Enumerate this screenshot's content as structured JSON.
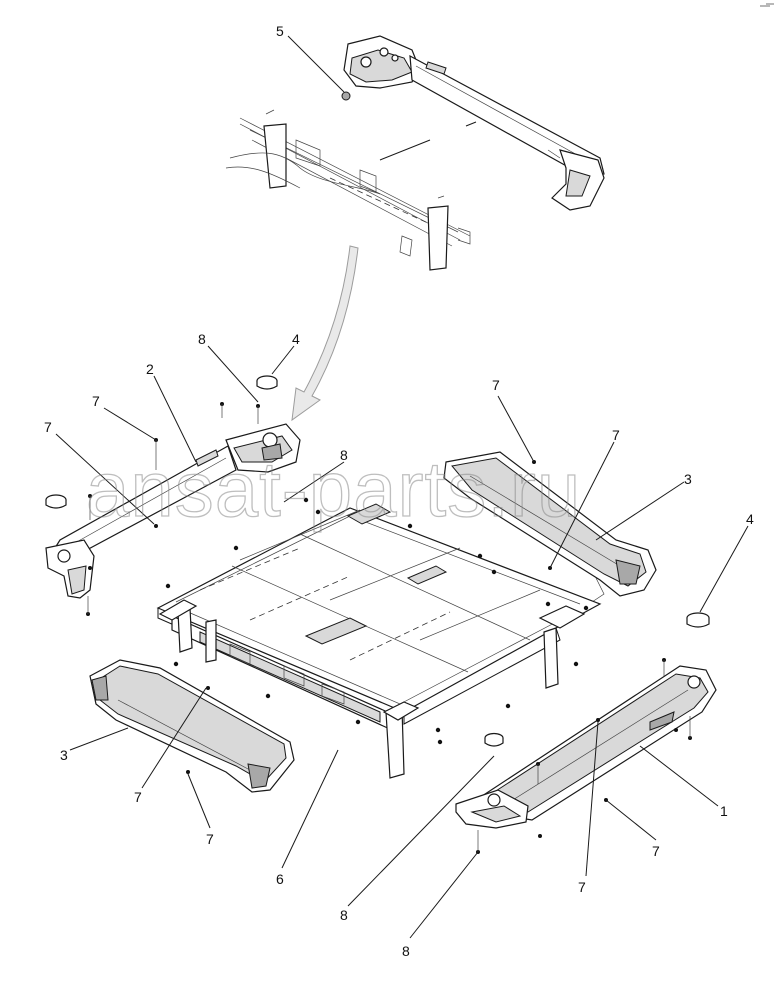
{
  "watermark": "ansat-parts.ru",
  "callouts": [
    {
      "id": "c5",
      "label": "5"
    },
    {
      "id": "c8a",
      "label": "8"
    },
    {
      "id": "c4a",
      "label": "4"
    },
    {
      "id": "c2",
      "label": "2"
    },
    {
      "id": "c7a",
      "label": "7"
    },
    {
      "id": "c7b",
      "label": "7"
    },
    {
      "id": "c8b",
      "label": "8"
    },
    {
      "id": "c7c",
      "label": "7"
    },
    {
      "id": "c7d",
      "label": "7"
    },
    {
      "id": "c3a",
      "label": "3"
    },
    {
      "id": "c4b",
      "label": "4"
    },
    {
      "id": "c3b",
      "label": "3"
    },
    {
      "id": "c7e",
      "label": "7"
    },
    {
      "id": "c7f",
      "label": "7"
    },
    {
      "id": "c6",
      "label": "6"
    },
    {
      "id": "c1",
      "label": "1"
    },
    {
      "id": "c7g",
      "label": "7"
    },
    {
      "id": "c7h",
      "label": "7"
    },
    {
      "id": "c8c",
      "label": "8"
    },
    {
      "id": "c8d",
      "label": "8"
    }
  ]
}
